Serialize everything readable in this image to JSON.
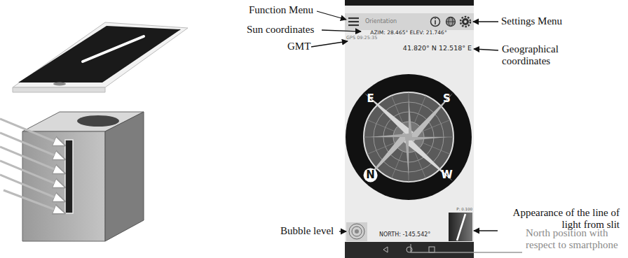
{
  "diagram": {
    "labels": [
      "Function Menu",
      "Sun coordinates",
      "GMT",
      "Settings Menu",
      "Geographical coordinates",
      "Bubble level",
      "Appearance of the line of light from slit",
      "North position with respect to smartphone",
      "Orientation",
      "AZIM: 28.465° ELEV: 21.746°",
      "GPS 09:25:35",
      "41.820° N 12.518° E",
      "NORTH: -145.542°",
      "E",
      "S",
      "W",
      "N",
      "P: 0.100"
    ]
  }
}
